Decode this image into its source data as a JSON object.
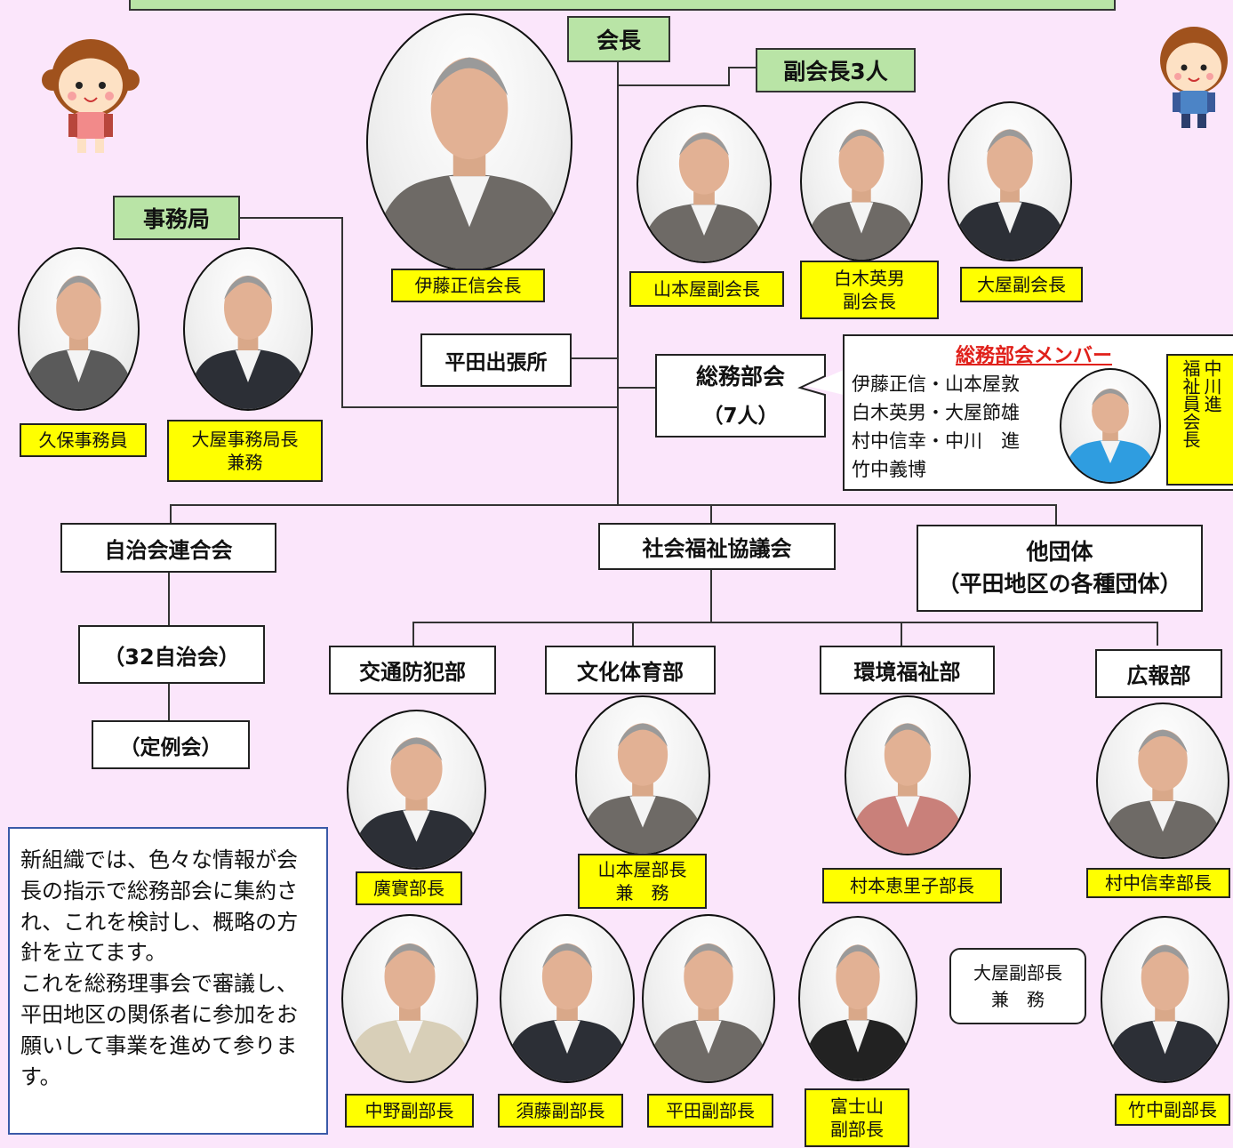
{
  "header": {
    "president": "会長",
    "vice_presidents": "副会長3人",
    "secretariat": "事務局"
  },
  "officers": {
    "president": "伊藤正信会長",
    "vice1": "山本屋副会長",
    "vice2": "白木英男\n副会長",
    "vice3": "大屋副会長",
    "clerk": "久保事務員",
    "secretary_general": "大屋事務局長\n兼務"
  },
  "branch_office": "平田出張所",
  "general_affairs": {
    "title": "総務部会",
    "count": "（7人）",
    "members_title": "総務部会メンバー",
    "members": [
      "伊藤正信・山本屋敦",
      "白木英男・大屋節雄",
      "村中信幸・中川　進",
      "竹中義博"
    ],
    "welfare_chair_title": "福祉員会長",
    "welfare_chair_name": "中川進"
  },
  "organizations": {
    "federation": "自治会連合会",
    "council": "社会福祉協議会",
    "others_line1": "他団体",
    "others_line2": "（平田地区の各種団体）",
    "associations": "（32自治会）",
    "regular_meeting": "（定例会）"
  },
  "departments": [
    "交通防犯部",
    "文化体育部",
    "環境福祉部",
    "広報部"
  ],
  "heads": {
    "traffic": "廣實部長",
    "culture": "山本屋部長\n兼　務",
    "environment": "村本恵里子部長",
    "pr": "村中信幸部長"
  },
  "deputies": {
    "nakano": "中野副部長",
    "sudo": "須藤副部長",
    "hirata": "平田副部長",
    "fujiyama": "富士山\n副部長",
    "oya": "大屋副部長\n兼　務",
    "takenaka": "竹中副部長"
  },
  "description": "新組織では、色々な情報が会長の指示で総務部会に集約され、これを検討し、概略の方針を立てます。\nこれを総務理事会で審議し、平田地区の関係者に参加をお願いして事業を進めて参ります。",
  "colors": {
    "background": "#fbe6fb",
    "label_yellow": "#ffff00",
    "header_green": "#b9e4a6",
    "member_title_red": "#e0201a",
    "desc_border": "#3a5aa8"
  }
}
